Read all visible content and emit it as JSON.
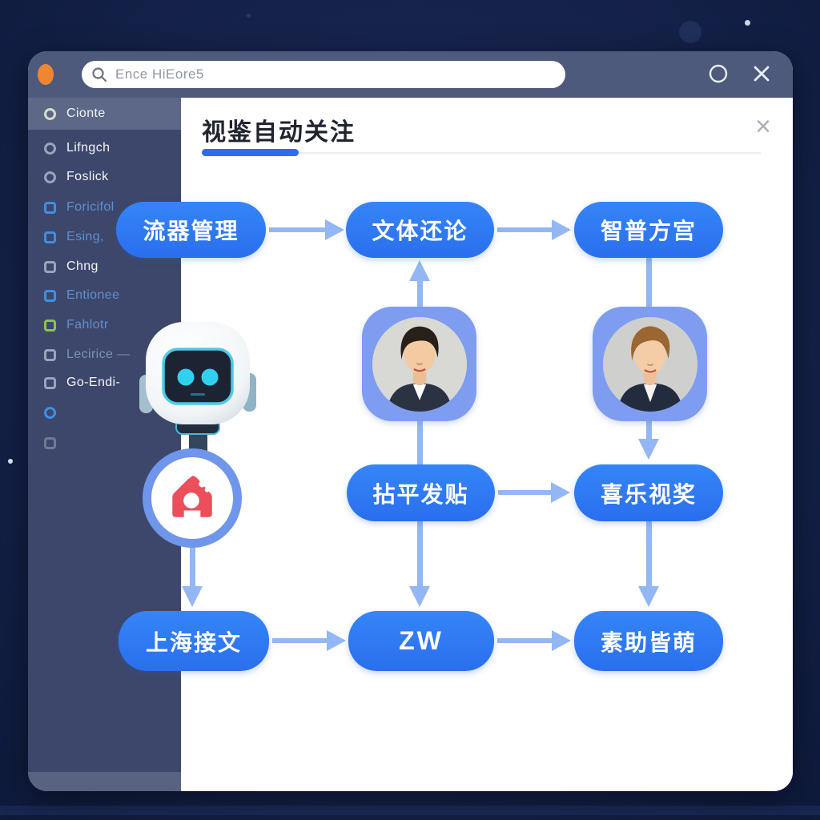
{
  "titlebar": {
    "search_text": "Ence HiEore5",
    "traffic_light_color": "#f0862f",
    "icons": [
      "search-icon",
      "circle-window-icon",
      "close-window-icon"
    ]
  },
  "sidebar": {
    "items": [
      {
        "label": "Cionte",
        "icon": "ring-icon",
        "active": true
      },
      {
        "label": "Lifngch",
        "icon": "ring-icon"
      },
      {
        "label": "Foslick",
        "icon": "ring-icon"
      },
      {
        "label": "Foricifol",
        "icon": "square-icon"
      },
      {
        "label": "Esing,",
        "icon": "square-icon"
      },
      {
        "label": "Chng",
        "icon": "square-icon"
      },
      {
        "label": "Entionee",
        "icon": "square-icon"
      },
      {
        "label": "Fahlotr",
        "icon": "square-icon"
      },
      {
        "label": "Lecirice —",
        "icon": "square-icon"
      },
      {
        "label": "Go-Endi-",
        "icon": "square-icon"
      },
      {
        "label": "",
        "icon": "ring-icon"
      },
      {
        "label": "",
        "icon": "square-icon"
      }
    ]
  },
  "panel": {
    "title": "视鉴自动关注",
    "close_glyph": "×",
    "accent_color": "#2e6bee"
  },
  "flow": {
    "r1c1": "流器管理",
    "r1c2": "文体还论",
    "r1c3": "智普方宫",
    "r2c2": "拈平发贴",
    "r2c3": "喜乐视奖",
    "r3c1": "上海接文",
    "r3c2": "ZW",
    "r3c3": "素助皆萌",
    "node_color": "#2e7bf3",
    "connector_color": "#93b6f5",
    "avatars": [
      "avatar-man-dark-hair",
      "avatar-man-brown-hair"
    ],
    "mascots": [
      "robot-mascot",
      "house-logo"
    ],
    "logo_red": "#ea4f5b"
  }
}
